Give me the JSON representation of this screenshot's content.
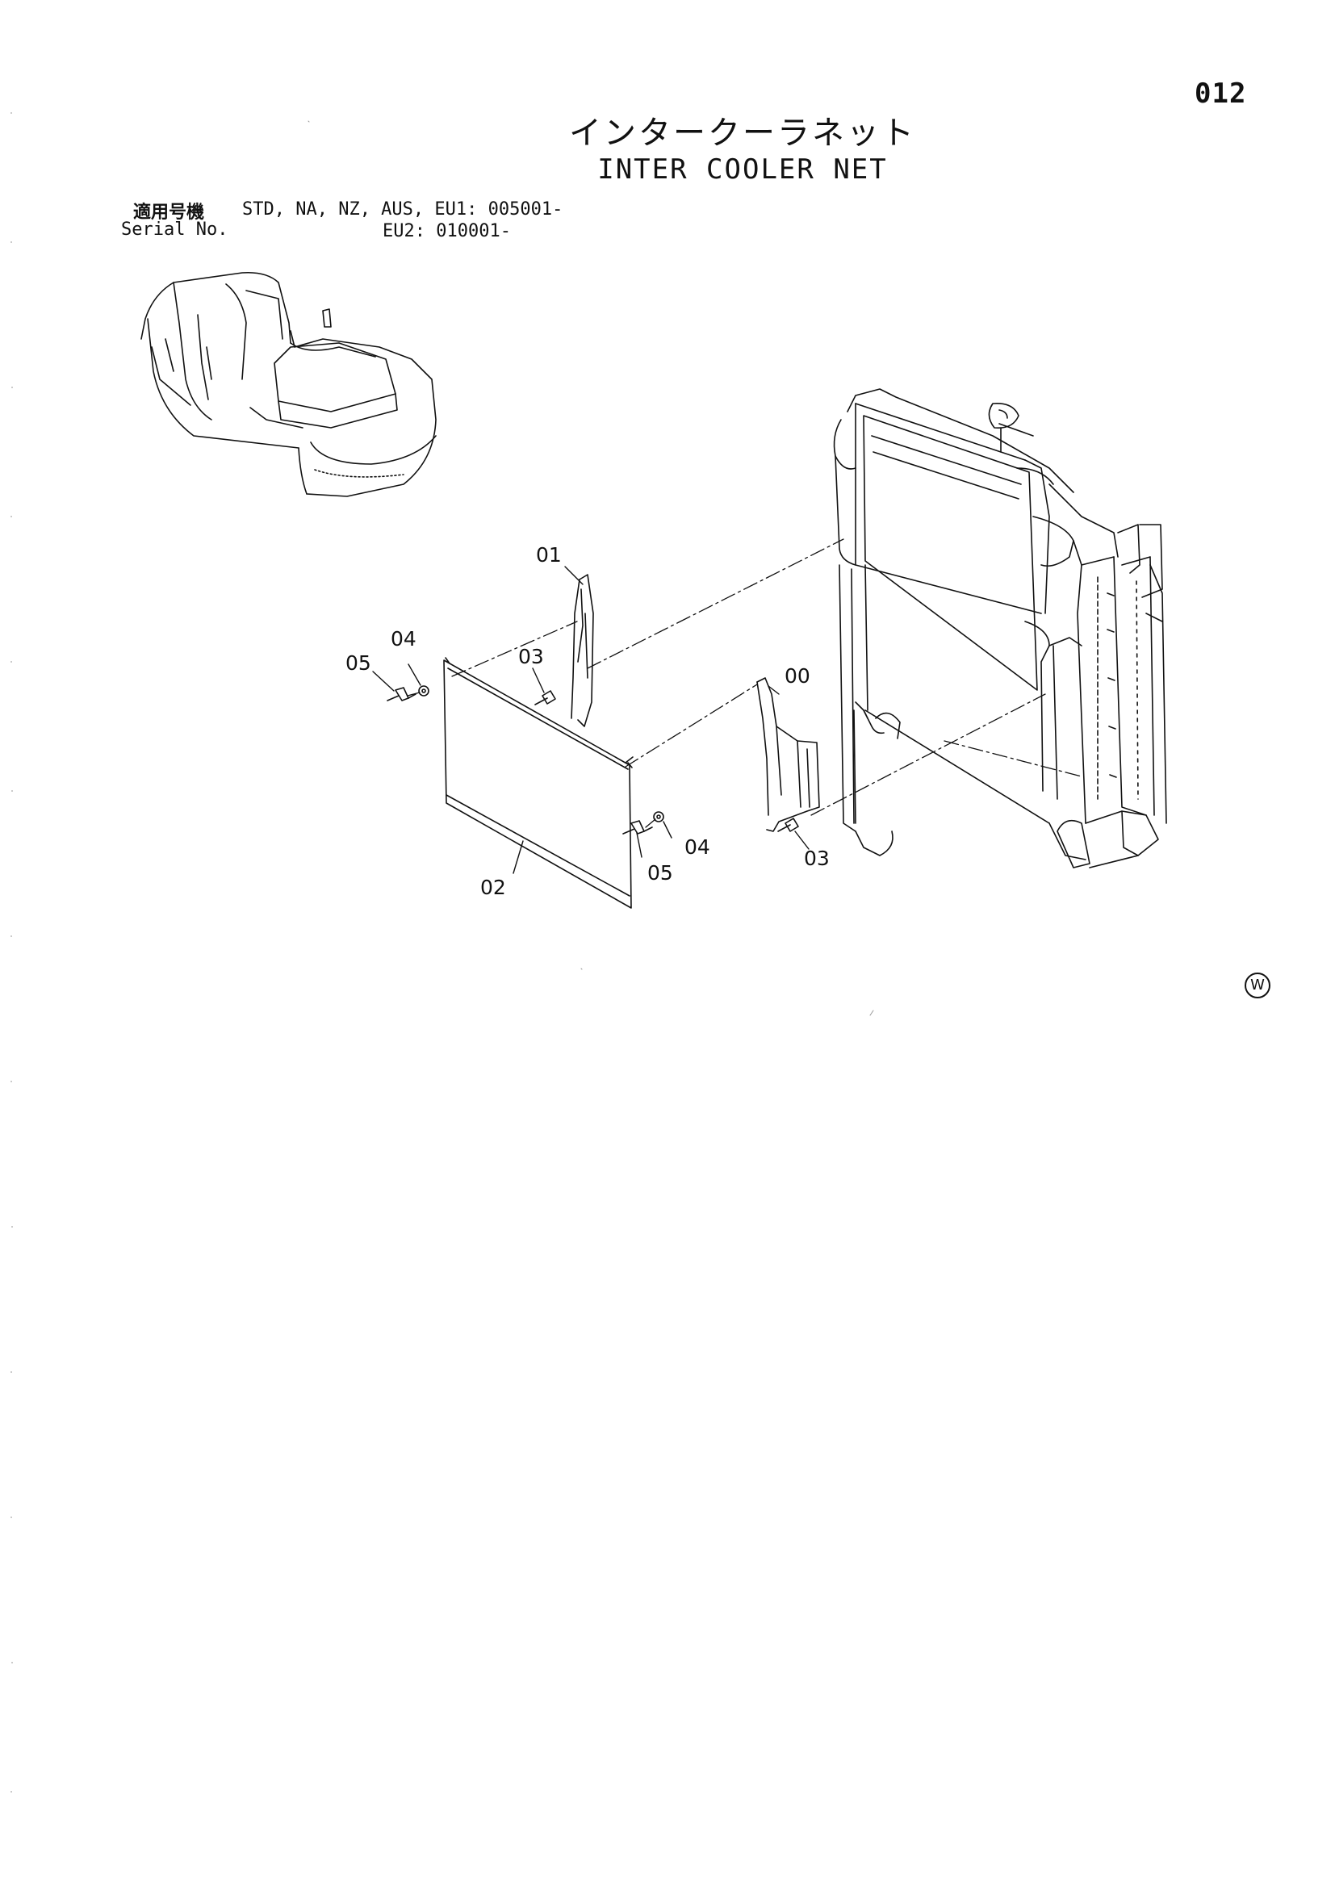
{
  "page_number": "012",
  "title": {
    "jp": "インタークーラネット",
    "en": "INTER COOLER NET"
  },
  "serial": {
    "label_jp": "適用号機",
    "label_en": "Serial No.",
    "line1": "STD, NA, NZ, AUS, EU1: 005001-",
    "line2": "EU2: 010001-"
  },
  "callouts": {
    "c00": "00",
    "c01": "01",
    "c02": "02",
    "c03a": "03",
    "c03b": "03",
    "c04a": "04",
    "c04b": "04",
    "c05a": "05",
    "c05b": "05"
  },
  "watermark": "W"
}
